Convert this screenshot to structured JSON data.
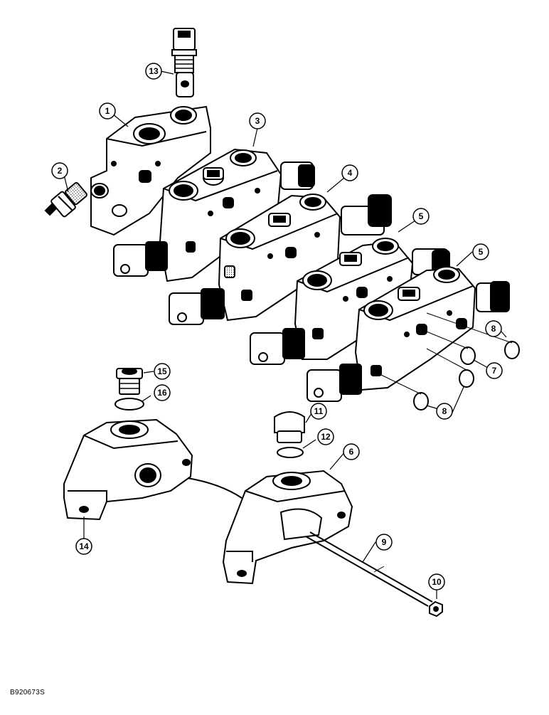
{
  "figure_id": "B920673S",
  "callouts": [
    {
      "id": "c1",
      "label": "1"
    },
    {
      "id": "c2",
      "label": "2"
    },
    {
      "id": "c3",
      "label": "3"
    },
    {
      "id": "c4",
      "label": "4"
    },
    {
      "id": "c5a",
      "label": "5"
    },
    {
      "id": "c5b",
      "label": "5"
    },
    {
      "id": "c6",
      "label": "6"
    },
    {
      "id": "c7",
      "label": "7"
    },
    {
      "id": "c8a",
      "label": "8"
    },
    {
      "id": "c8b",
      "label": "8"
    },
    {
      "id": "c9",
      "label": "9"
    },
    {
      "id": "c10",
      "label": "10"
    },
    {
      "id": "c11",
      "label": "11"
    },
    {
      "id": "c12",
      "label": "12"
    },
    {
      "id": "c13",
      "label": "13"
    },
    {
      "id": "c14",
      "label": "14"
    },
    {
      "id": "c15",
      "label": "15"
    },
    {
      "id": "c16",
      "label": "16"
    }
  ]
}
